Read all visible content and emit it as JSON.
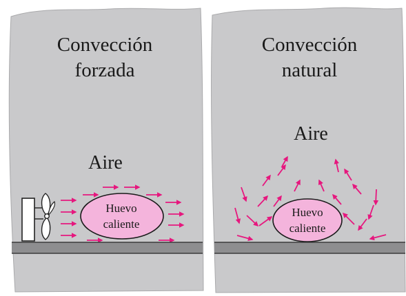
{
  "colors": {
    "panel": "#c9c9cb",
    "panel_edge": "#a9a9ab",
    "ground": "#8e8e90",
    "ground_edge": "#3a3a3a",
    "egg": "#f4b4dc",
    "arrow": "#e6177e"
  },
  "panels": [
    {
      "title_line1": "Convección",
      "title_line2": "forzada",
      "medium_label": "Aire",
      "egg_line1": "Huevo",
      "egg_line2": "caliente",
      "device_icon": "fan-icon"
    },
    {
      "title_line1": "Convección",
      "title_line2": "natural",
      "medium_label": "Aire",
      "egg_line1": "Huevo",
      "egg_line2": "caliente"
    }
  ]
}
